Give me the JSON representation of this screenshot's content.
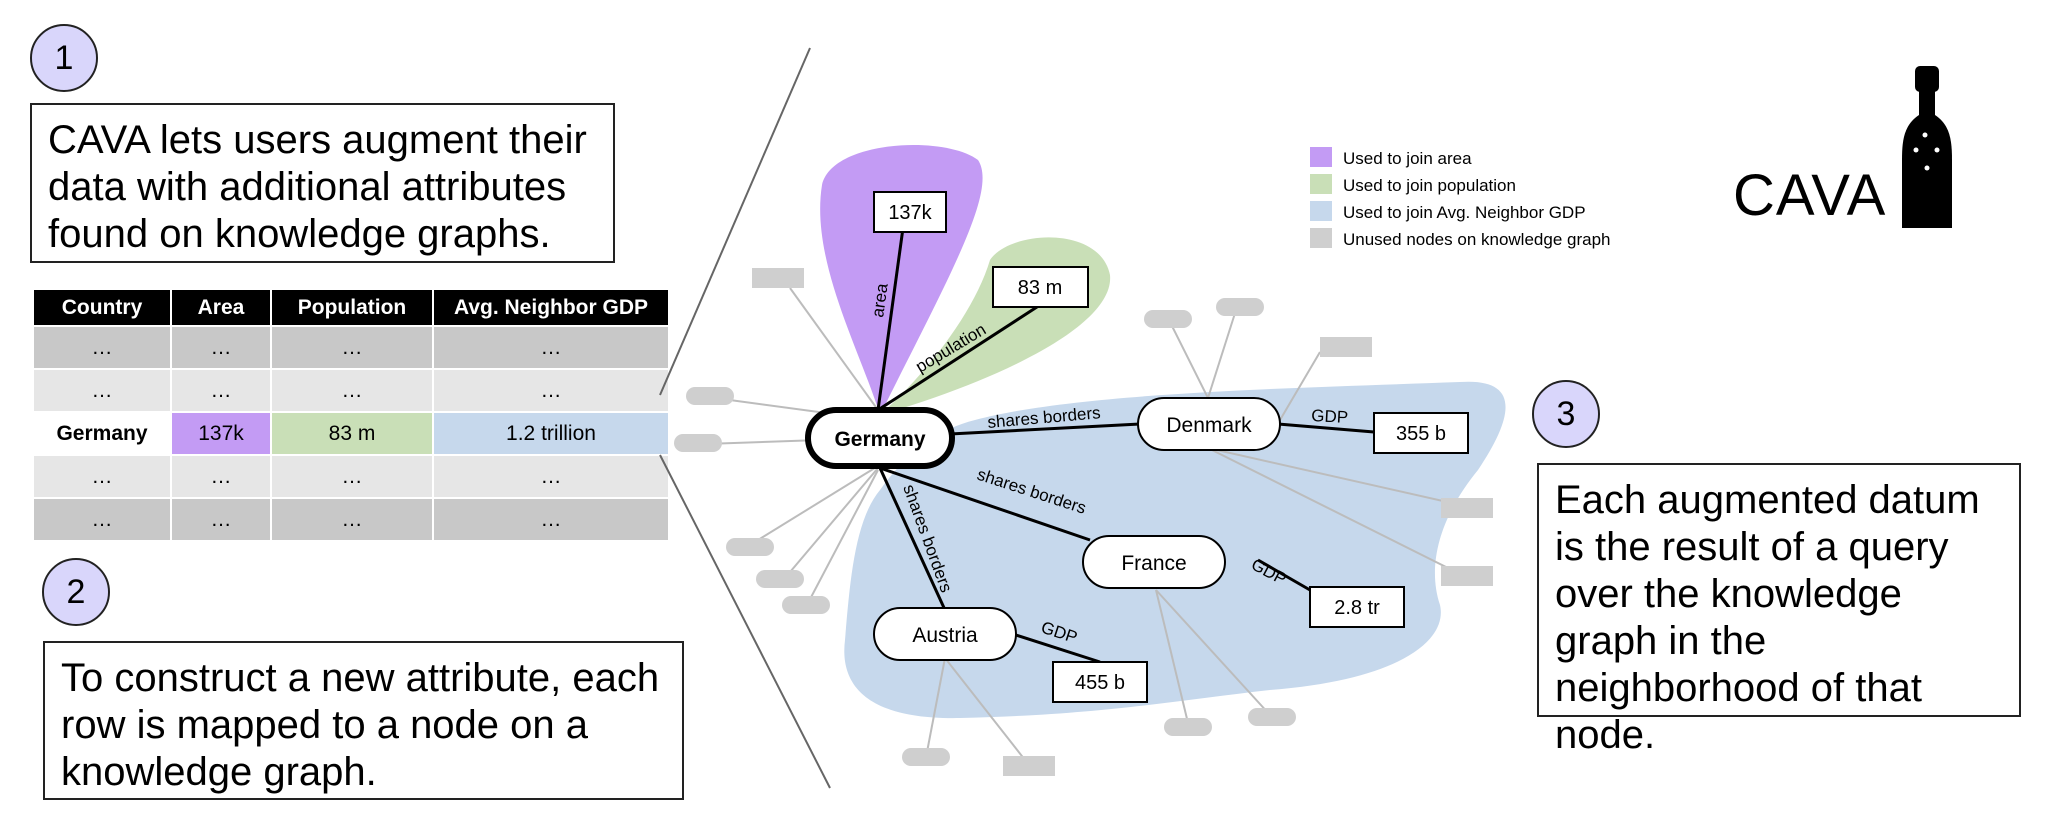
{
  "steps": {
    "step1": {
      "number": "1",
      "text": "CAVA lets users augment their data with additional attributes found on knowledge graphs."
    },
    "step2": {
      "number": "2",
      "text": "To construct a new attribute, each row is mapped to a node on a knowledge graph."
    },
    "step3": {
      "number": "3",
      "text": "Each augmented datum is the result of a query over the knowledge graph in the neighborhood of that node."
    }
  },
  "table": {
    "headers": [
      "Country",
      "Area",
      "Population",
      "Avg. Neighbor GDP"
    ],
    "rows": [
      [
        "…",
        "…",
        "…",
        "…"
      ],
      [
        "…",
        "…",
        "…",
        "…"
      ],
      [
        "Germany",
        "137k",
        "83 m",
        "1.2 trillion"
      ],
      [
        "…",
        "…",
        "…",
        "…"
      ],
      [
        "…",
        "…",
        "…",
        "…"
      ]
    ]
  },
  "legend": {
    "items": [
      {
        "label": "Used to join area",
        "color": "#c39bf4"
      },
      {
        "label": "Used to join population",
        "color": "#c9dfb7"
      },
      {
        "label": "Used to join Avg. Neighbor GDP",
        "color": "#c6d8ec"
      },
      {
        "label": "Unused nodes on knowledge graph",
        "color": "#cfcfcf"
      }
    ]
  },
  "logo": {
    "text": "CAVA"
  },
  "graph": {
    "center_node": "Germany",
    "area_value": "137k",
    "area_edge": "area",
    "population_value": "83 m",
    "population_edge": "population",
    "neighbors": [
      "Denmark",
      "France",
      "Austria"
    ],
    "border_edge": "shares borders",
    "gdp_edge": "GDP",
    "gdp_values": [
      "355 b",
      "2.8 tr",
      "455 b"
    ]
  },
  "colors": {
    "area": "#c39bf4",
    "population": "#c9dfb7",
    "gdp": "#c6d8ec",
    "unused": "#cfcfcf",
    "badge": "#d9d6fb"
  }
}
